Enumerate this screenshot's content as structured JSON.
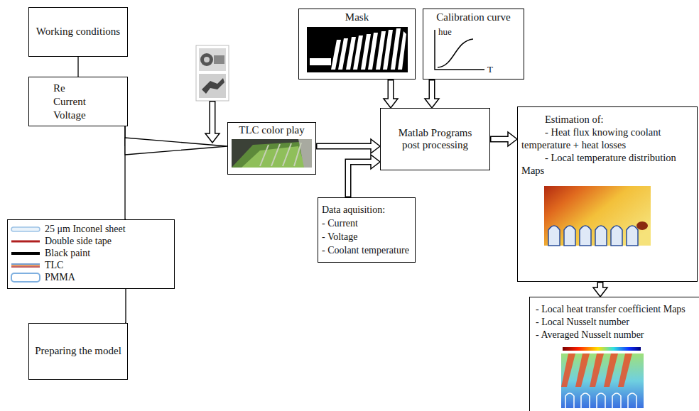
{
  "diagram": {
    "nodes": [
      {
        "text": [
          "Working conditions"
        ]
      },
      {
        "text": [
          "Re",
          "Current",
          "Voltage"
        ]
      },
      {
        "text": [
          "25 μm Inconel sheet",
          "Double side tape",
          "Black paint",
          "TLC",
          "PMMA"
        ]
      },
      {
        "text": [
          "Preparing the model"
        ]
      },
      {
        "text": [
          "TLC color play"
        ]
      },
      {
        "text": [
          "Mask"
        ]
      },
      {
        "text": [
          "Calibration curve"
        ]
      },
      {
        "text": [
          "Matlab Programs post processing"
        ]
      },
      {
        "text": [
          "Data aquisition:",
          "- Current",
          "- Voltage",
          "- Coolant temperature"
        ]
      },
      {
        "text": [
          "Estimation of:",
          "- Heat flux knowing coolant temperature + heat losses",
          "- Local temperature distribution Maps"
        ]
      },
      {
        "text": [
          "- Local heat transfer coefficient Maps",
          "- Local Nusselt number",
          "- Averaged Nusselt number"
        ]
      }
    ],
    "edges": [
      {
        "from": 0,
        "to": 1,
        "arrow": "none"
      },
      {
        "from": 1,
        "to": 2,
        "arrow": "none"
      },
      {
        "from": 2,
        "to": 3,
        "arrow": "none"
      },
      {
        "from": 1,
        "to": 4,
        "arrow": "to"
      },
      {
        "from": 4,
        "to": 7,
        "arrow": "to"
      },
      {
        "from": 5,
        "to": 7,
        "arrow": "to"
      },
      {
        "from": 6,
        "to": 7,
        "arrow": "to"
      },
      {
        "from": 8,
        "to": 7,
        "arrow": "to"
      },
      {
        "from": 7,
        "to": 9,
        "arrow": "to"
      },
      {
        "from": 9,
        "to": 10,
        "arrow": "to"
      }
    ],
    "labels": [
      "hue",
      "T"
    ]
  }
}
